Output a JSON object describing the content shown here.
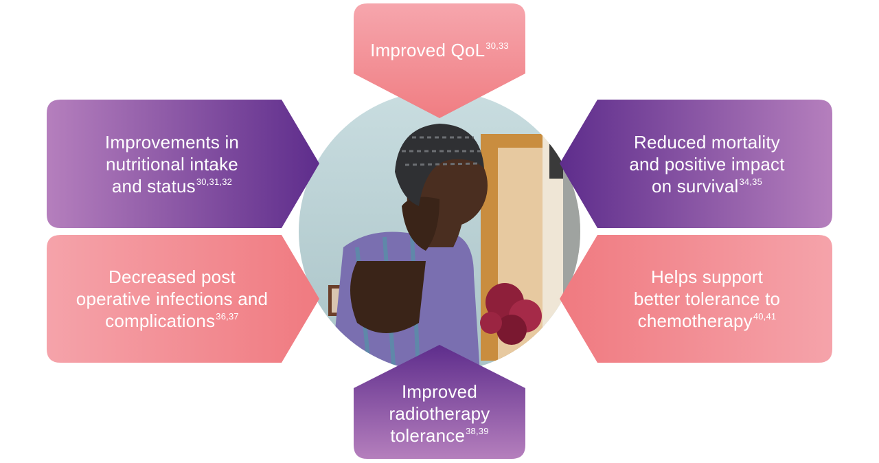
{
  "colors": {
    "pink_top": "#f6a6ad",
    "pink_bottom": "#f07d82",
    "purple_dark": "#5e2d8c",
    "purple_light": "#b57fbd",
    "photo_wall": "#cfe0e2",
    "photo_skin": "#3a2418",
    "photo_shirt": "#7a6fb0",
    "photo_flowers": "#8e1f3a"
  },
  "center_image": {
    "description_icon": "woman-wearing-headscarf-photo"
  },
  "benefits": {
    "top": {
      "lines": [
        "Improved QoL"
      ],
      "refs": "30,33"
    },
    "left_top": {
      "lines": [
        "Improvements in",
        "nutritional intake",
        "and status"
      ],
      "refs": "30,31,32"
    },
    "right_top": {
      "lines": [
        "Reduced mortality",
        "and positive impact",
        "on survival"
      ],
      "refs": "34,35"
    },
    "left_bottom": {
      "lines": [
        "Decreased post",
        "operative infections and",
        "complications"
      ],
      "refs": "36,37"
    },
    "right_bottom": {
      "lines": [
        "Helps support",
        "better tolerance to",
        "chemotherapy"
      ],
      "refs": "40,41"
    },
    "bottom": {
      "lines": [
        "Improved",
        "radiotherapy",
        "tolerance"
      ],
      "refs": "38,39"
    }
  }
}
